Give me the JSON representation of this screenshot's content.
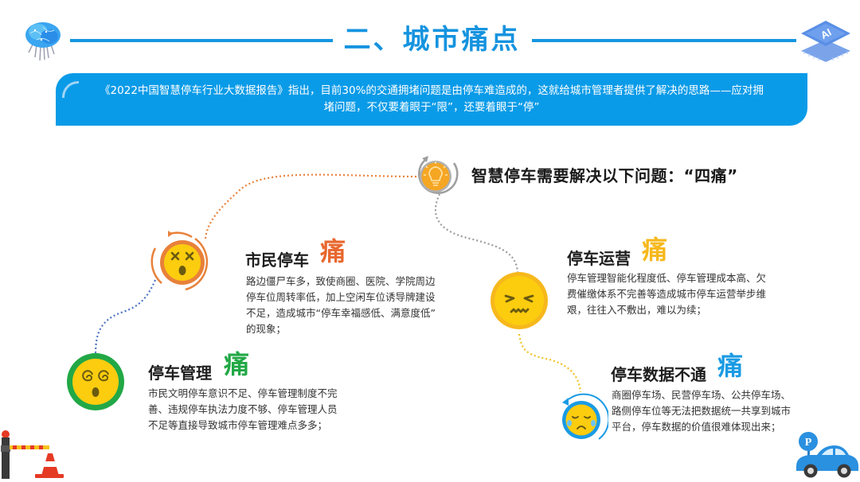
{
  "header": {
    "title": "二、城市痛点",
    "left_icon": "brain-circuit-icon",
    "right_icon": "ai-chip-icon",
    "line_color": "#1596e0"
  },
  "banner": {
    "line1": "《2022中国智慧停车行业大数据报告》指出，目前30%的交通拥堵问题是由停车难造成的，这就给城市管理者提供了解决的思路——应对拥",
    "line2": "堵问题，不仅要着眼于“限”，还要着眼于“停”",
    "color": "#0a9be8"
  },
  "center": {
    "icon": "lightbulb-icon",
    "headline": "智慧停车需要解决以下问题：“四痛”"
  },
  "pains": [
    {
      "title": "市民停车",
      "pain_label": "痛",
      "color": "#e8672e",
      "icon": "dizzy-face-icon",
      "lines": [
        "路边僵尸车多，致使商圈、医院、学院周边",
        "停车位周转率低，加上空闲车位诱导牌建设",
        "不足，造成城市“停车幸福感低、满意度低”",
        "的现象；"
      ]
    },
    {
      "title": "停车运营",
      "pain_label": "痛",
      "color": "#f6b81c",
      "icon": "grimacing-face-icon",
      "lines": [
        "停车管理智能化程度低、停车管理成本高、欠",
        "费催缴体系不完善等造成城市停车运营举步维",
        "艰，往往入不敷出，难以为续；"
      ]
    },
    {
      "title": "停车管理",
      "pain_label": "痛",
      "color": "#22a846",
      "icon": "spiral-eyes-face-icon",
      "lines": [
        "市民文明停车意识不足、停车管理制度不完",
        "善、违规停车执法力度不够、停车管理人员",
        "不足等直接导致城市停车管理难点多多；"
      ]
    },
    {
      "title": "停车数据不通",
      "pain_label": "痛",
      "color": "#1a9be4",
      "icon": "crying-face-icon",
      "lines": [
        "商圈停车场、民营停车场、公共停车场、",
        "路侧停车位等无法把数据统一共享到城市",
        "平台，停车数据的价值很难体现出来；"
      ]
    }
  ],
  "decor": {
    "bottom_left": "barrier-gate-cone-icon",
    "bottom_right": "car-parking-icon",
    "parking_letter": "P"
  }
}
